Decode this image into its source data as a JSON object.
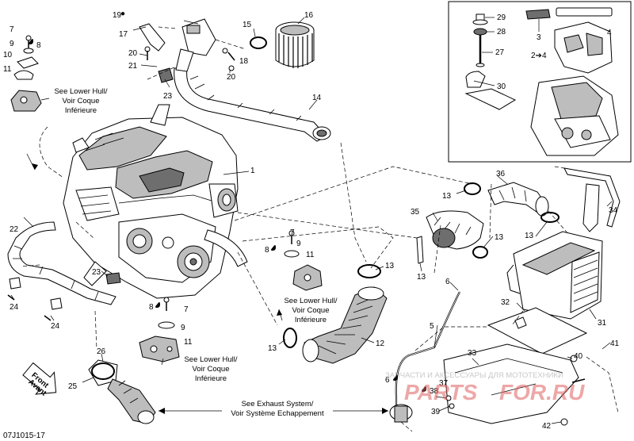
{
  "diagram": {
    "code": "07J1015-17",
    "notes": {
      "lower_hull_top": [
        "See Lower Hull/",
        "Voir Coque",
        "Inférieure"
      ],
      "lower_hull_mid": [
        "See Lower Hull/",
        "Voir Coque",
        "Inférieure"
      ],
      "lower_hull_bottom": [
        "See Lower Hull/",
        "Voir Coque",
        "Inférieure"
      ],
      "exhaust": [
        "See Exhaust System/",
        "Voir Système Echappement"
      ],
      "front": [
        "Front",
        "Avant"
      ]
    },
    "callouts": [
      "1",
      "2",
      "3",
      "4",
      "5",
      "6",
      "7",
      "8",
      "9",
      "10",
      "11",
      "12",
      "13",
      "14",
      "15",
      "16",
      "17",
      "18",
      "19",
      "20",
      "21",
      "22",
      "23",
      "24",
      "25",
      "26",
      "27",
      "28",
      "29",
      "30",
      "31",
      "32",
      "33",
      "34",
      "35",
      "36",
      "37",
      "38",
      "39",
      "40",
      "41",
      "42"
    ],
    "inset_arrow": "2➔4",
    "watermark": {
      "line1": "ЗАПЧАСТИ И АКСЕССУАРЫ ДЛЯ МОТОТЕХНИКИ",
      "line2": "PARTS",
      "line3": "FOR.RU"
    }
  }
}
